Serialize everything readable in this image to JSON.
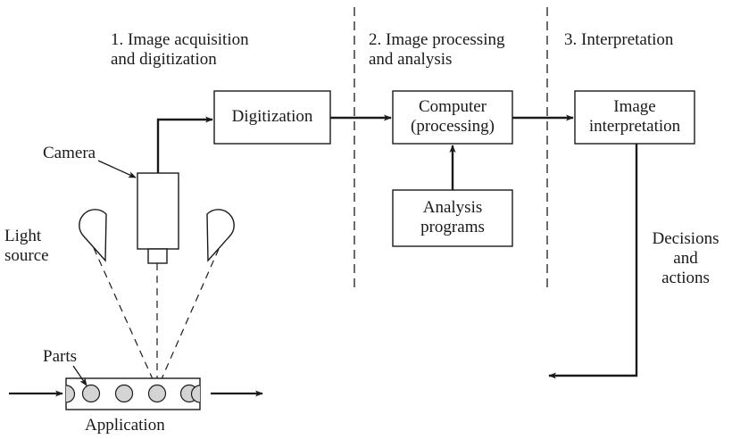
{
  "stages": [
    {
      "line1": "1. Image acquisition",
      "line2": "and digitization"
    },
    {
      "line1": "2. Image processing",
      "line2": "and analysis"
    },
    {
      "line1": "3. Interpretation"
    }
  ],
  "boxes": {
    "digitization": "Digitization",
    "computer": {
      "line1": "Computer",
      "line2": "(processing)"
    },
    "analysis": {
      "line1": "Analysis",
      "line2": "programs"
    },
    "interpretation": {
      "line1": "Image",
      "line2": "interpretation"
    }
  },
  "labels": {
    "camera": "Camera",
    "light_source": {
      "line1": "Light",
      "line2": "source"
    },
    "parts": "Parts",
    "application": "Application",
    "decisions": {
      "line1": "Decisions",
      "line2": "and",
      "line3": "actions"
    }
  }
}
